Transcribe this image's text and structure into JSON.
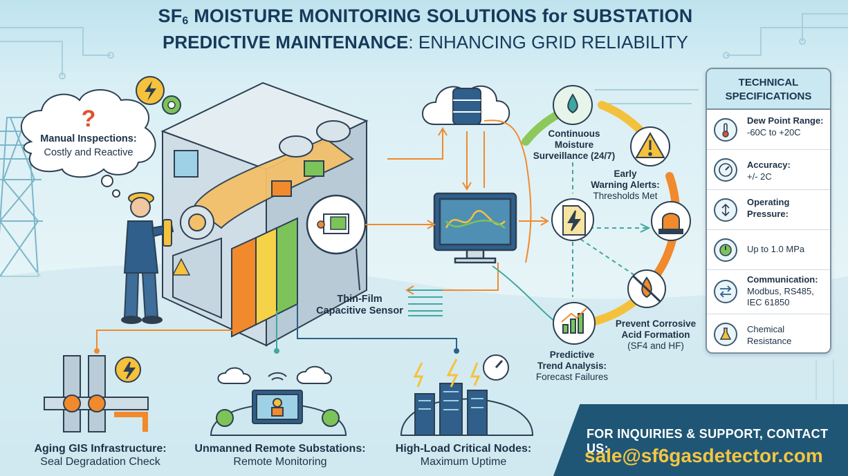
{
  "title": {
    "line1_prefix": "SF",
    "line1_sub": "6",
    "line1_rest": " MOISTURE MONITORING SOLUTIONS for SUBSTATION",
    "line2_bold": "PREDICTIVE MAINTENANCE",
    "line2_rest": ": ENHANCING GRID RELIABILITY"
  },
  "bubble": {
    "title": "Manual Inspections:",
    "subtitle": "Costly and Reactive"
  },
  "sensor_label": {
    "line1": "Thin-Film",
    "line2": "Capacitive Sensor"
  },
  "cycle": {
    "continuous": {
      "line1": "Continuous",
      "line2": "Moisture",
      "line3": "Surveillance (24/7)"
    },
    "early": {
      "line1": "Early",
      "line2": "Warning Alerts:",
      "line3": "Thresholds Met"
    },
    "prevent": {
      "line1": "Prevent Corrosive",
      "line2": "Acid Formation",
      "line3": "(SF4 and HF)"
    },
    "predictive": {
      "line1": "Predictive",
      "line2": "Trend Analysis:",
      "line3": "Forecast Failures"
    }
  },
  "specs": {
    "header_line1": "TECHNICAL",
    "header_line2": "SPECIFICATIONS",
    "items": [
      {
        "icon": "thermometer-icon",
        "key": "Dew Point Range:",
        "value": "-60C to +20C"
      },
      {
        "icon": "gauge-icon",
        "key": "Accuracy:",
        "value": "+/- 2C"
      },
      {
        "icon": "pressure-icon",
        "key": "Operating Pressure:",
        "value": ""
      },
      {
        "icon": "gauge-small-icon",
        "key": "",
        "value": "Up to 1.0 MPa"
      },
      {
        "icon": "arrows-exchange-icon",
        "key": "Communication:",
        "value": "Modbus, RS485, IEC 61850"
      },
      {
        "icon": "flask-icon",
        "key": "Chemical",
        "value": "Resistance"
      }
    ]
  },
  "scenarios": [
    {
      "title": "Aging GIS Infrastructure:",
      "subtitle": "Seal Degradation Check"
    },
    {
      "title": "Unmanned Remote Substations:",
      "subtitle": "Remote Monitoring"
    },
    {
      "title": "High-Load Critical Nodes:",
      "subtitle": "Maximum Uptime"
    }
  ],
  "contact": {
    "line1": "FOR INQUIRIES & SUPPORT, CONTACT US:",
    "email": "sale@sf6gasdetector.com"
  },
  "colors": {
    "navy": "#163a5a",
    "orange": "#f08a2c",
    "green": "#7cc35a",
    "teal": "#3fa7a0",
    "contact_bg": "#1f5675",
    "email": "#f5c542"
  }
}
